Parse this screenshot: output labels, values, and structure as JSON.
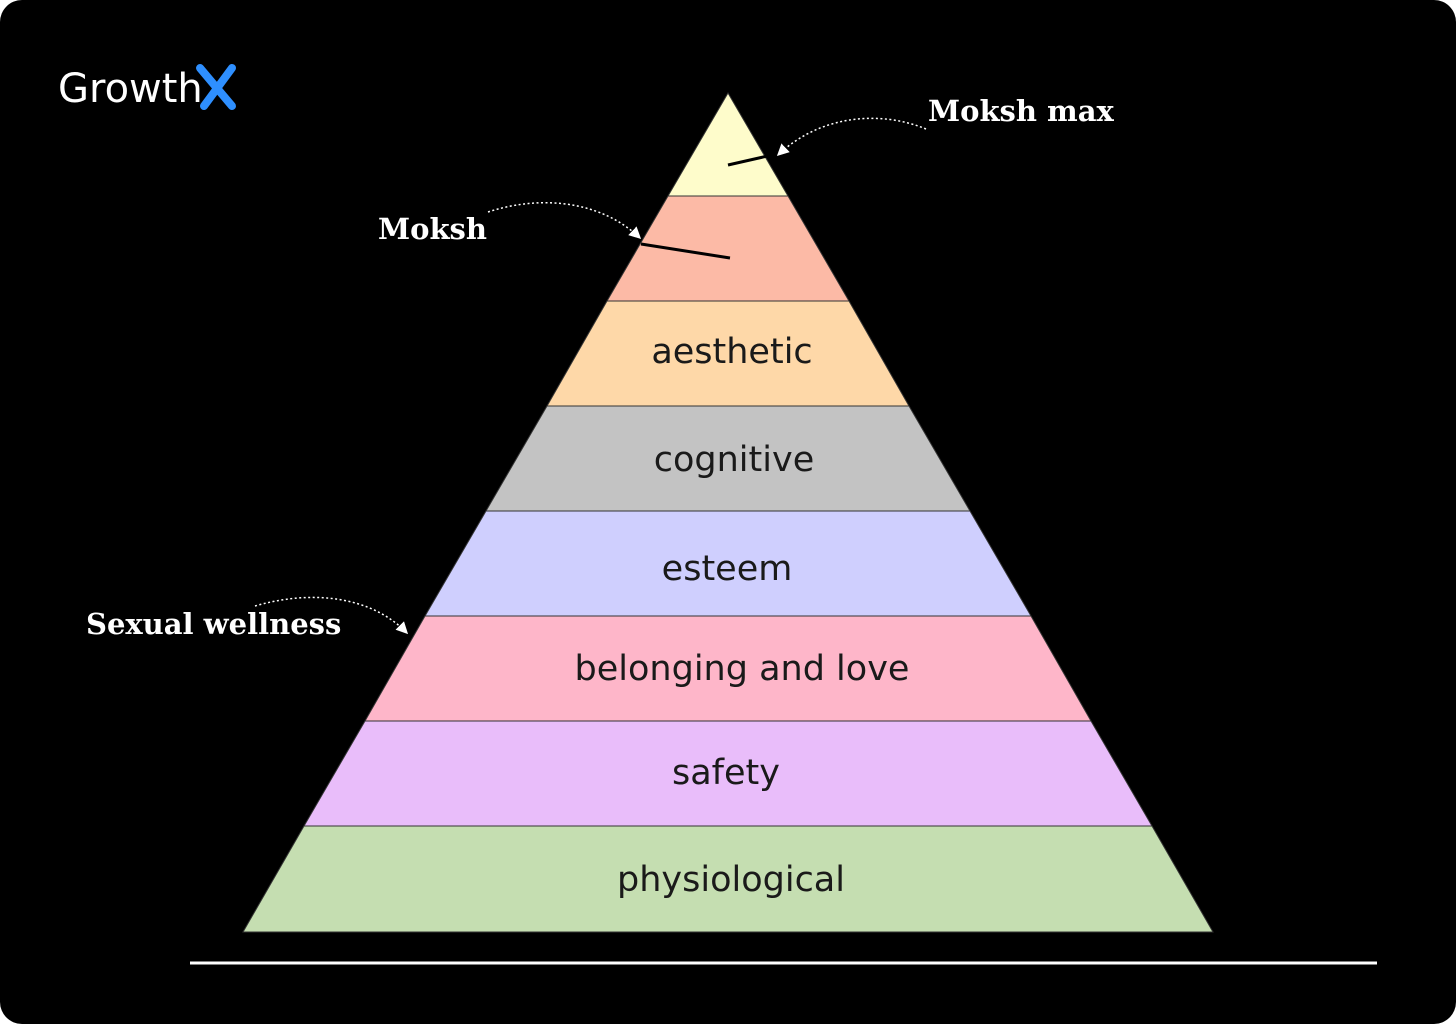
{
  "logo": {
    "text": "Growth",
    "mark": "X",
    "mark_color": "#2e8fff"
  },
  "pyramid_tiers": [
    {
      "label": "",
      "color": "#fefccb"
    },
    {
      "label": "",
      "color": "#fcbaa6"
    },
    {
      "label": "aesthetic",
      "color": "#fed8a8"
    },
    {
      "label": "cognitive",
      "color": "#c3c3c3"
    },
    {
      "label": "esteem",
      "color": "#cfcffe"
    },
    {
      "label": "belonging and love",
      "color": "#feb6c9"
    },
    {
      "label": "safety",
      "color": "#e9bdfa"
    },
    {
      "label": "physiological",
      "color": "#c5deb1"
    }
  ],
  "annotations": {
    "moksh_max": "Moksh max",
    "moksh": "Moksh",
    "sexual_wellness": "Sexual wellness"
  }
}
